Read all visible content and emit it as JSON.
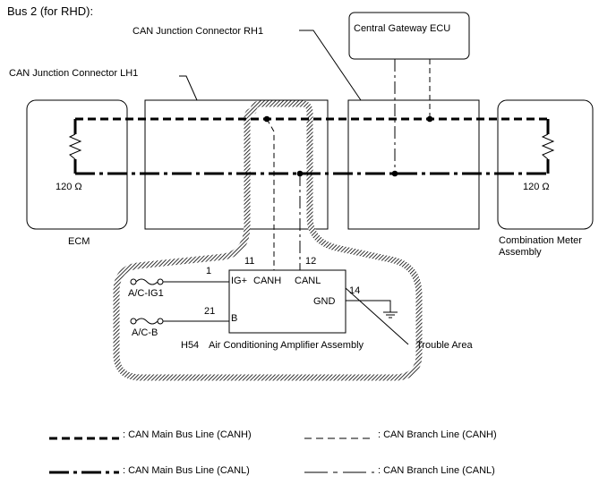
{
  "title": "Bus 2 (for RHD):",
  "components": {
    "ecm": {
      "label": "ECM",
      "resistor": "120 Ω"
    },
    "meter": {
      "label_line1": "Combination Meter",
      "label_line2": "Assembly",
      "resistor": "120 Ω"
    },
    "junction_lh1": "CAN Junction Connector LH1",
    "junction_rh1": "CAN Junction Connector RH1",
    "gateway": "Central Gateway ECU",
    "amplifier": {
      "connector": "H54",
      "label": "Air Conditioning Amplifier Assembly",
      "pins": {
        "ig_plus": {
          "number": "1",
          "label": "IG+"
        },
        "b": {
          "number": "21",
          "label": "B"
        },
        "canh": {
          "number": "11",
          "label": "CANH"
        },
        "canl": {
          "number": "12",
          "label": "CANL"
        },
        "gnd": {
          "number": "14",
          "label": "GND"
        }
      }
    },
    "fuses": {
      "ac_ig1": "A/C-IG1",
      "ac_b": "A/C-B"
    },
    "trouble_area": "Trouble Area"
  },
  "legend": {
    "main_canh": ": CAN Main Bus Line (CANH)",
    "branch_canh": ": CAN Branch Line (CANH)",
    "main_canl": ": CAN Main Bus Line (CANL)",
    "branch_canl": ": CAN Branch Line (CANL)"
  },
  "colors": {
    "line": "#000000",
    "background": "#ffffff"
  }
}
